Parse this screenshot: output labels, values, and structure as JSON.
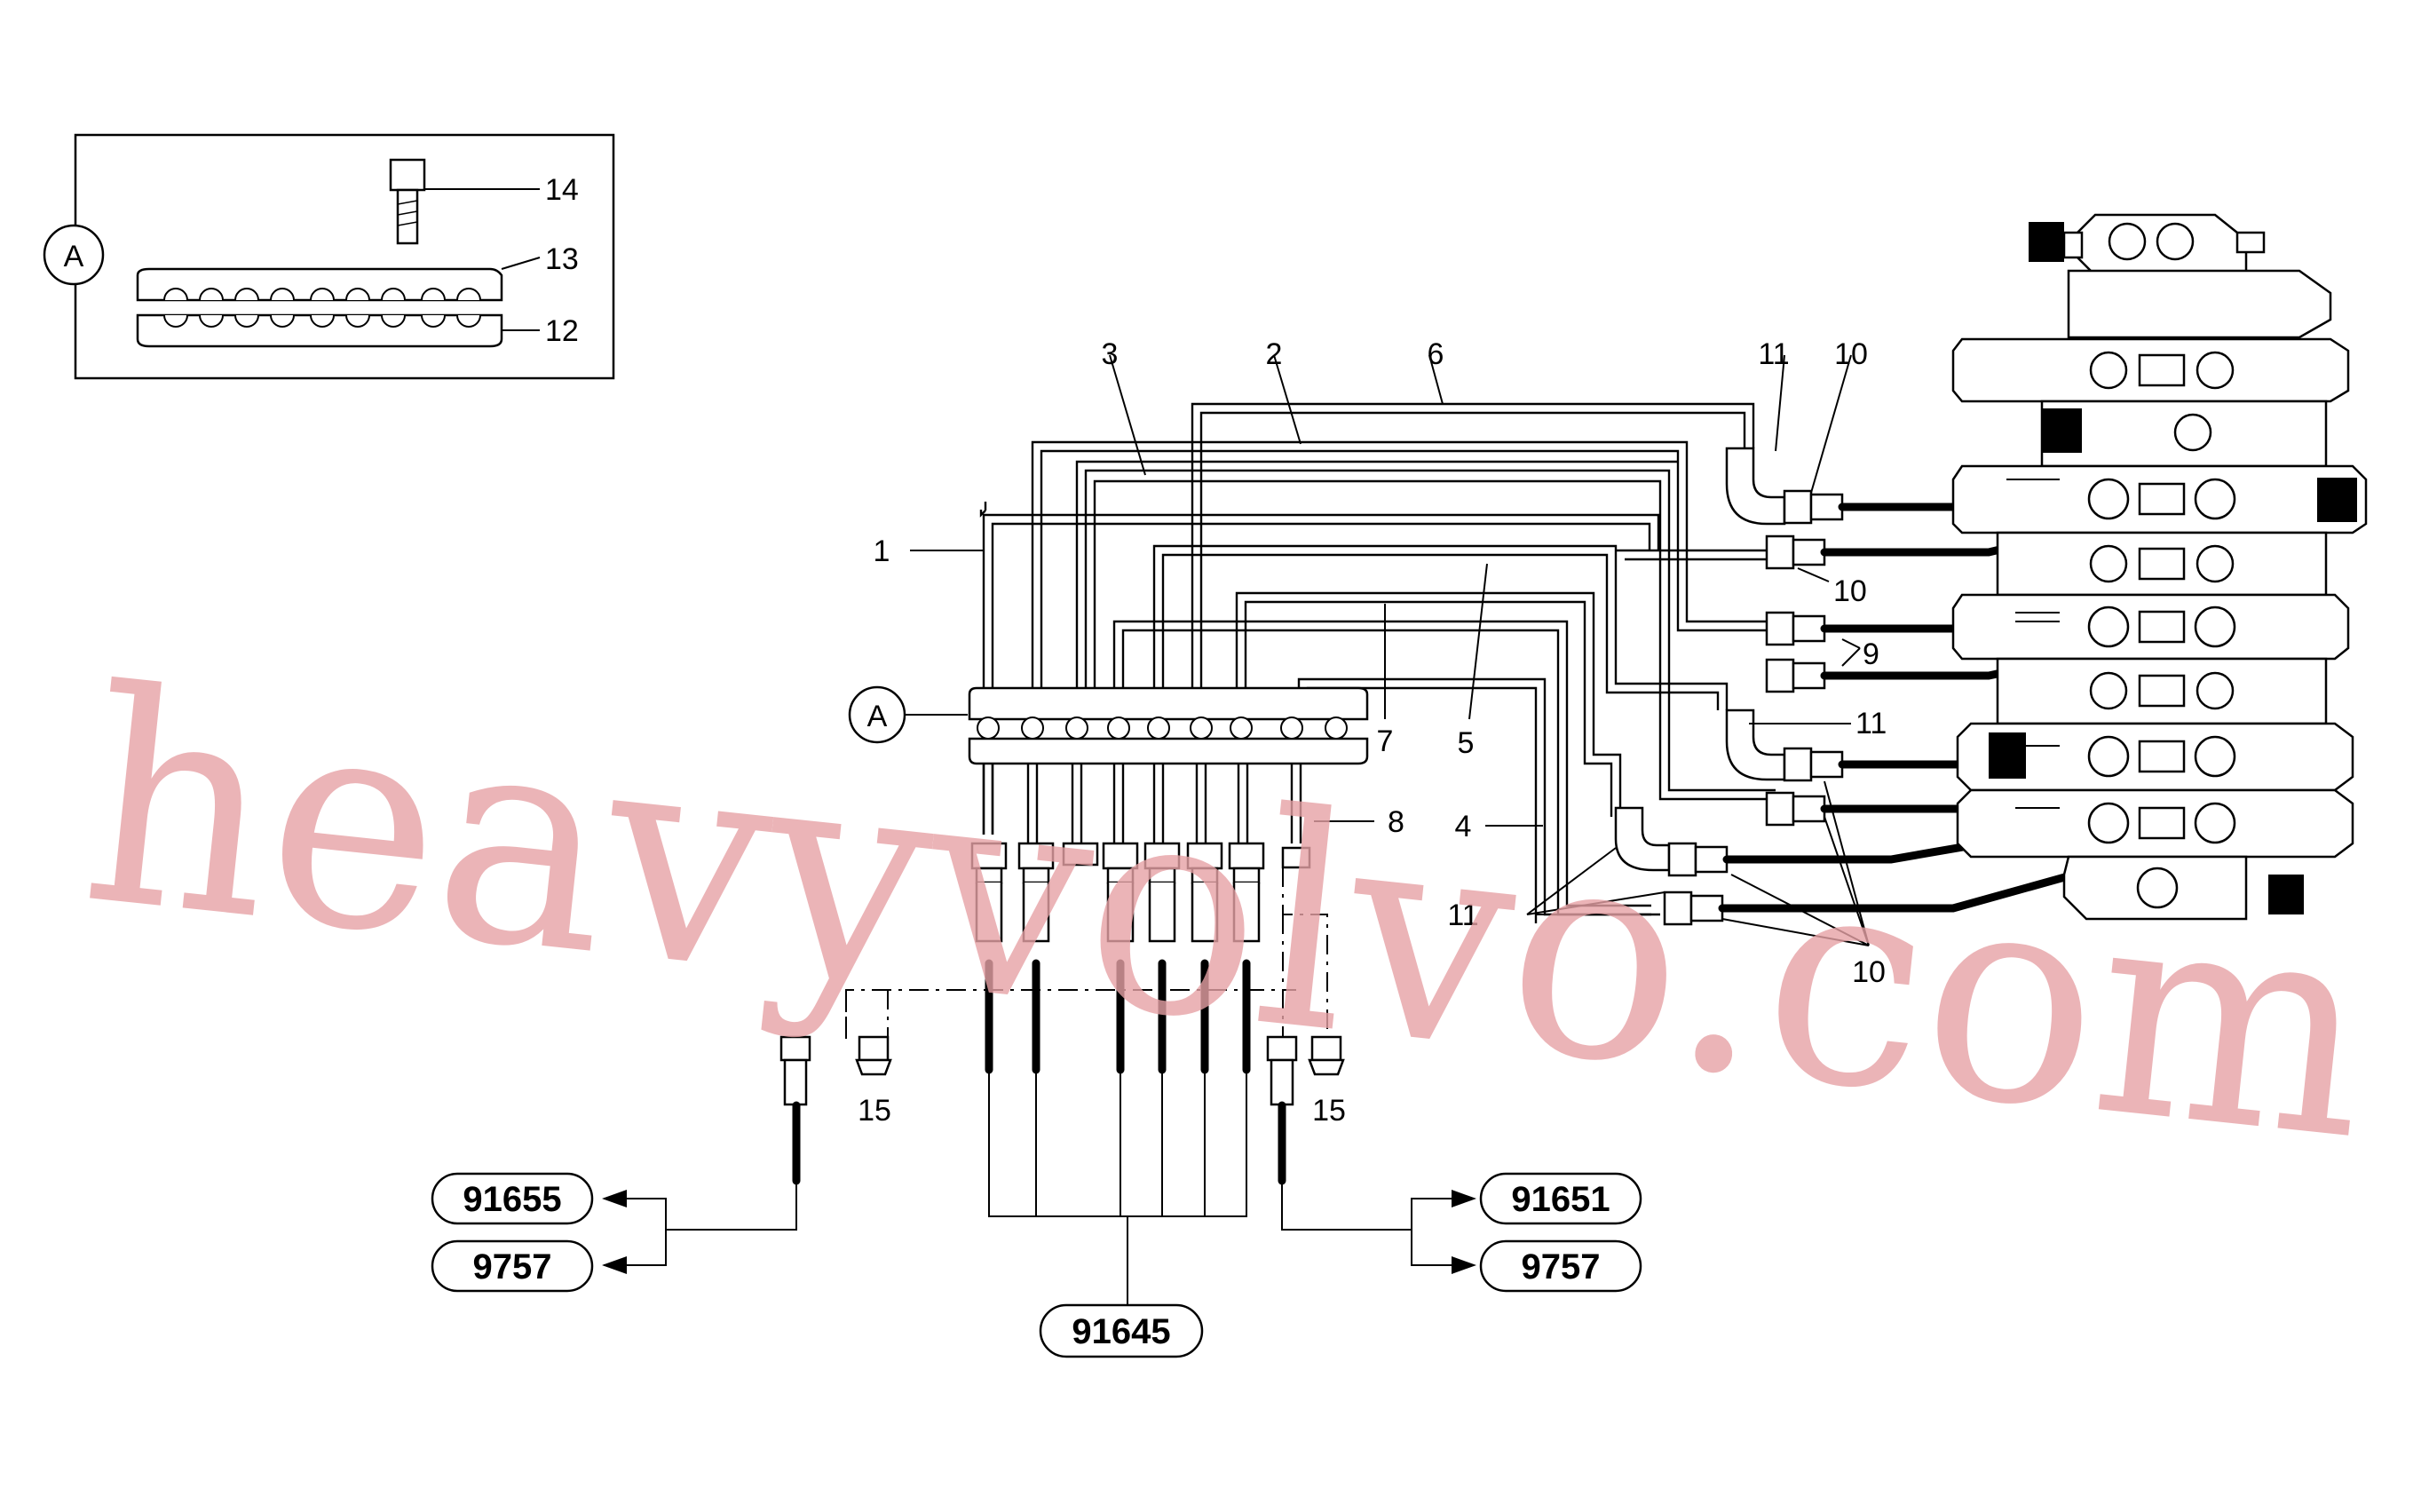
{
  "diagram": {
    "detail_callout": "A",
    "main_callout": "A",
    "part_labels": {
      "p1": "1",
      "p2": "2",
      "p3": "3",
      "p4": "4",
      "p5": "5",
      "p6": "6",
      "p7": "7",
      "p8": "8",
      "p9": "9",
      "p10a": "10",
      "p10b": "10",
      "p10c": "10",
      "p11a": "11",
      "p11b": "11",
      "p11c": "11",
      "p12": "12",
      "p13": "13",
      "p14": "14",
      "p15a": "15",
      "p15b": "15"
    },
    "references": {
      "left_top": "91655",
      "left_bottom": "9757",
      "right_top": "91651",
      "right_bottom": "9757",
      "center": "91645"
    },
    "watermark": "heavyvolvo.com"
  }
}
